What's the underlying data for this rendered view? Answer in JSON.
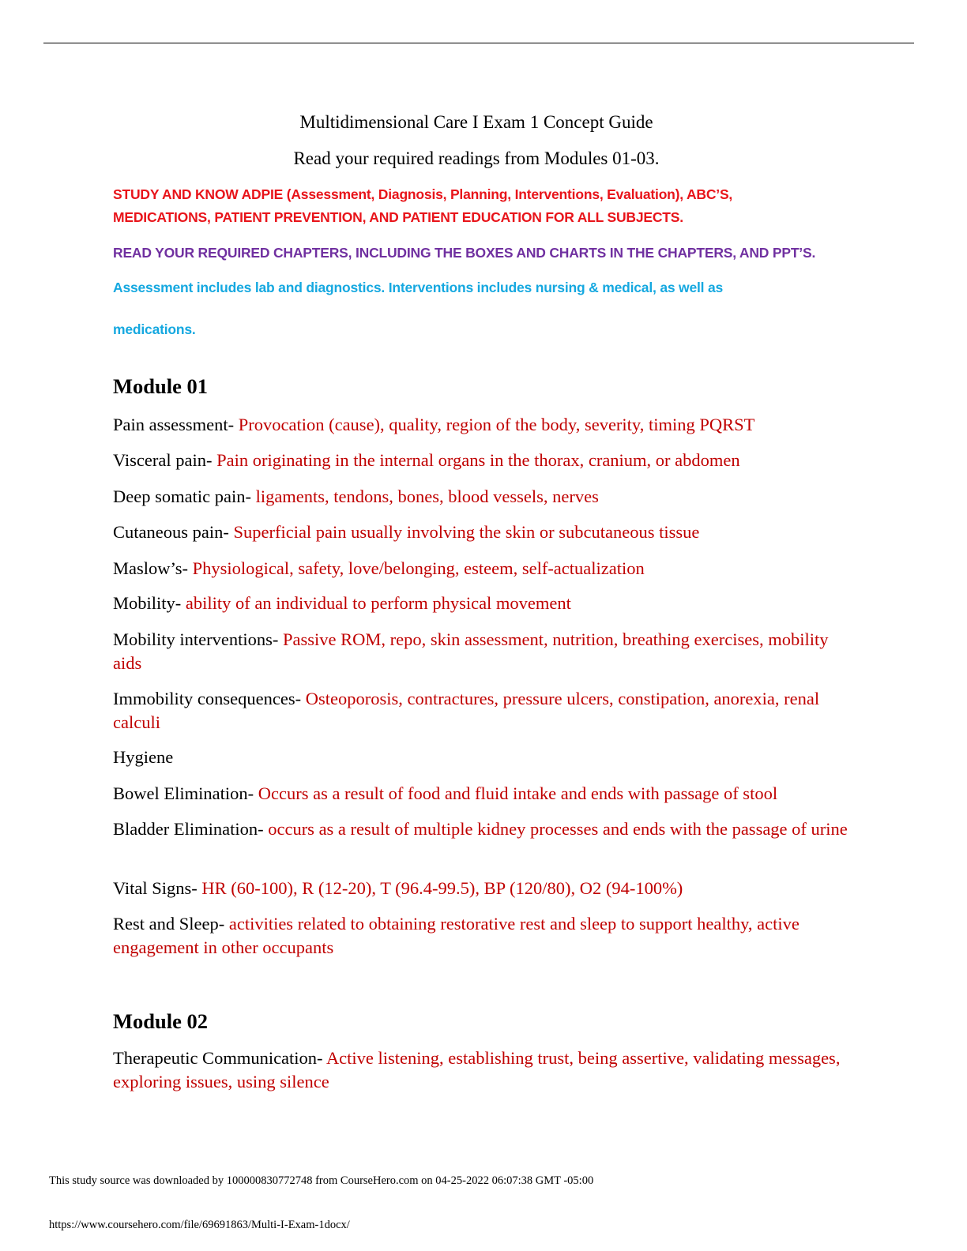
{
  "header": {
    "title": "Multidimensional Care I Exam 1 Concept Guide",
    "subtitle": "Read your required readings from Modules 01-03."
  },
  "instructions": {
    "red_line1": "STUDY AND KNOW ADPIE (Assessment, Diagnosis, Planning, Interventions, Evaluation), ABC’S,",
    "red_line2": "MEDICATIONS, PATIENT PREVENTION, AND PATIENT EDUCATION FOR ALL SUBJECTS.",
    "purple_line": "READ YOUR REQUIRED CHAPTERS, INCLUDING THE BOXES AND CHARTS IN THE CHAPTERS, AND PPT’S.",
    "cyan_line1": "Assessment includes lab and diagnostics. Interventions includes nursing & medical, as well as",
    "cyan_line2": "medications."
  },
  "module01": {
    "heading": "Module 01",
    "items": [
      {
        "term": "Pain assessment- ",
        "def": "Provocation (cause), quality, region of the body, severity, timing PQRST"
      },
      {
        "term": "Visceral pain- ",
        "def": "Pain originating in the internal organs in the thorax, cranium, or abdomen"
      },
      {
        "term": "Deep somatic pain- ",
        "def": "ligaments, tendons, bones, blood vessels, nerves"
      },
      {
        "term": "Cutaneous pain- ",
        "def": "Superficial pain usually involving the skin or subcutaneous tissue"
      },
      {
        "term": "Maslow’s- ",
        "def": "Physiological, safety, love/belonging, esteem, self-actualization"
      },
      {
        "term": "Mobility- ",
        "def": "ability of an individual to perform physical movement"
      },
      {
        "term": "Mobility interventions- ",
        "def": "Passive ROM, repo, skin assessment, nutrition, breathing exercises, mobility aids"
      },
      {
        "term": "Immobility consequences- ",
        "def": "Osteoporosis, contractures, pressure ulcers, constipation, anorexia, renal calculi"
      },
      {
        "term": "Hygiene",
        "def": ""
      },
      {
        "term": "Bowel Elimination- ",
        "def": "Occurs as a result of food and fluid intake and ends with passage of stool"
      },
      {
        "term": "Bladder Elimination- ",
        "def": "occurs as a result of multiple kidney processes and ends with the passage of urine"
      },
      {
        "term": "Vital Signs- ",
        "def": "HR (60-100), R (12-20), T (96.4-99.5), BP (120/80), O2 (94-100%)"
      },
      {
        "term": "Rest and Sleep- ",
        "def": "activities related to obtaining restorative rest and sleep to support healthy, active engagement in other occupants"
      }
    ]
  },
  "module02": {
    "heading": "Module 02",
    "items": [
      {
        "term": "Therapeutic Communication- ",
        "def": "Active listening, establishing trust, being assertive, validating messages, exploring issues, using silence"
      }
    ]
  },
  "footer": {
    "source_line": "This study source was downloaded by 100000830772748 from CourseHero.com on 04-25-2022 06:07:38 GMT -05:00",
    "url": "https://www.coursehero.com/file/69691863/Multi-I-Exam-1docx/"
  }
}
